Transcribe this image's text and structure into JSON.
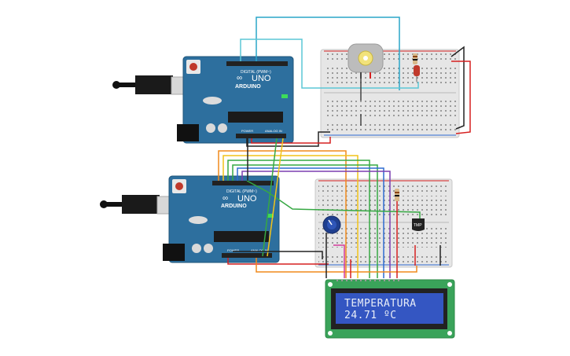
{
  "boards": [
    {
      "logo": "ARDUINO",
      "model": "UNO",
      "header_top": "DIGITAL (PWM~)",
      "header_bottom_left": "POWER",
      "header_bottom_right": "ANALOG IN"
    },
    {
      "logo": "ARDUINO",
      "model": "UNO",
      "header_top": "DIGITAL (PWM~)",
      "header_bottom_left": "POWER",
      "header_bottom_right": "ANALOG IN"
    }
  ],
  "sensor": {
    "label": "TMP"
  },
  "lcd": {
    "line1": "TEMPERATURA",
    "line2": "24.71  ºC"
  },
  "colors": {
    "arduino_blue": "#2d6f9e",
    "breadboard": "#e6e6e6",
    "lcd_pcb": "#3aa35a",
    "lcd_screen": "#3456c2",
    "wire_red": "#d62020",
    "wire_black": "#222222",
    "wire_orange": "#f08a1c",
    "wire_yellow": "#f2c319",
    "wire_green": "#36a843",
    "wire_blue": "#2e6bd1",
    "wire_purple": "#7b3fb0",
    "wire_cyan": "#2aa5c9"
  }
}
